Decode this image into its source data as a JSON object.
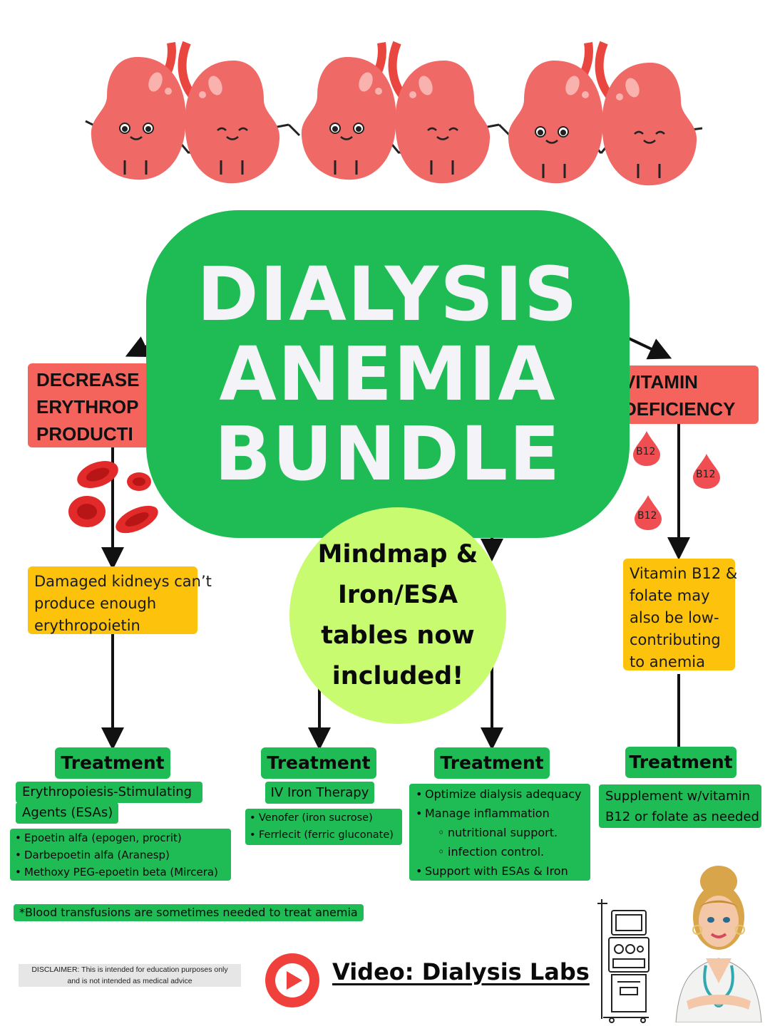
{
  "title": {
    "line1": "DIALYSIS",
    "line2": "ANEMIA",
    "line3": "BUNDLE"
  },
  "causes": {
    "left": [
      "DECREASE",
      "ERYTHROP",
      "PRODUCTI"
    ],
    "right": [
      "VITAMIN",
      "DEFICIENCY"
    ]
  },
  "circle": {
    "lines": [
      "Mindmap  &",
      "Iron/ESA",
      "tables now",
      "included!"
    ]
  },
  "b12_labels": [
    "B12",
    "B12",
    "B12"
  ],
  "yellow_left": [
    "Damaged kidneys can’t",
    "produce enough",
    "erythropoietin"
  ],
  "yellow_right": [
    "Vitamin B12 &",
    "folate may",
    "also be low-",
    "contributing",
    "to anemia"
  ],
  "treatment_label": "Treatment",
  "treatments": {
    "esa": {
      "heading": [
        "Erythropoiesis-Stimulating",
        "Agents (ESAs)"
      ],
      "items": [
        "Epoetin alfa (epogen, procrit)",
        "Darbepoetin alfa (Aranesp)",
        "Methoxy PEG-epoetin beta (Mircera)"
      ]
    },
    "iron": {
      "heading": "IV Iron Therapy",
      "items": [
        "Venofer (iron sucrose)",
        "Ferrlecit (ferric gluconate)"
      ]
    },
    "dialysis": {
      "items": [
        "Optimize dialysis adequacy",
        "Manage inflammation"
      ],
      "subitems": [
        "nutritional support.",
        "infection control."
      ],
      "last": "Support with ESAs & Iron"
    },
    "vitamin": {
      "lines": [
        "Supplement w/vitamin",
        "B12 or folate as needed"
      ]
    }
  },
  "note": "*Blood transfusions are sometimes needed to treat anemia",
  "disclaimer": [
    "DISCLAIMER: This is intended for education purposes only",
    "and is not intended as medical advice"
  ],
  "video": "Video: Dialysis Labs",
  "colors": {
    "green": "#1fbb55",
    "red": "#f4645c",
    "yellow": "#fcc20c",
    "lime": "#c8fb70",
    "kidney": "#ef6a66"
  }
}
